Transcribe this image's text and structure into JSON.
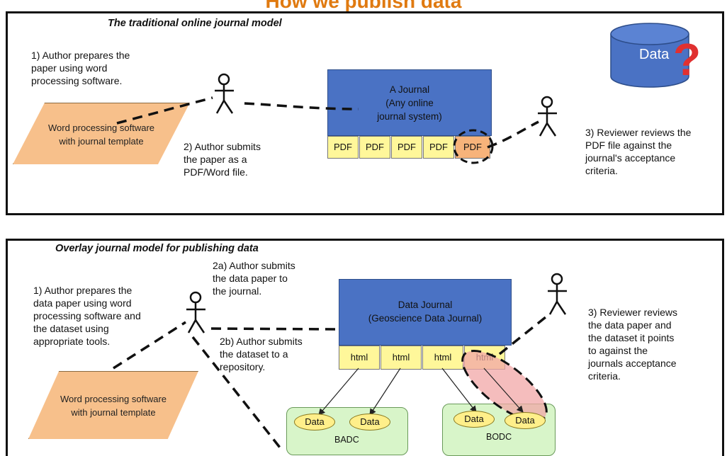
{
  "title": "How we publish data",
  "panel1": {
    "title": "The traditional online journal model",
    "step1": "1) Author prepares the\npaper using word\nprocessing software.",
    "software": "Word processing software\nwith journal template",
    "step2": "2) Author submits\nthe paper as a\nPDF/Word file.",
    "journal": "A Journal\n(Any online\njournal system)",
    "tabs": [
      "PDF",
      "PDF",
      "PDF",
      "PDF",
      "PDF"
    ],
    "step3": "3) Reviewer reviews the\nPDF file against the\njournal's acceptance\ncriteria.",
    "data_icon": "Data",
    "question_mark": "?"
  },
  "panel2": {
    "title": "Overlay journal model for publishing data",
    "step1": "1) Author prepares the\ndata paper using word\nprocessing software and\nthe dataset using\nappropriate tools.",
    "software": "Word processing software\nwith journal template",
    "step2a": "2a) Author submits\nthe data paper to\nthe journal.",
    "step2b": "2b) Author submits\nthe dataset to a\nrepository.",
    "journal": "Data Journal\n(Geoscience Data Journal)",
    "tabs": [
      "html",
      "html",
      "html",
      "html"
    ],
    "step3": "3) Reviewer reviews\nthe data paper and\nthe dataset it points\nto against the\njournals acceptance\ncriteria.",
    "repos": [
      {
        "name": "BADC",
        "items": [
          "Data",
          "Data"
        ]
      },
      {
        "name": "BODC",
        "items": [
          "Data",
          "Data"
        ]
      }
    ]
  },
  "colors": {
    "title": "#e07a10",
    "journal": "#4a72c4",
    "tab": "#fff79a",
    "software": "#f7c08b",
    "repository": "#d8f5c9",
    "highlight": "#f2a7a7"
  }
}
